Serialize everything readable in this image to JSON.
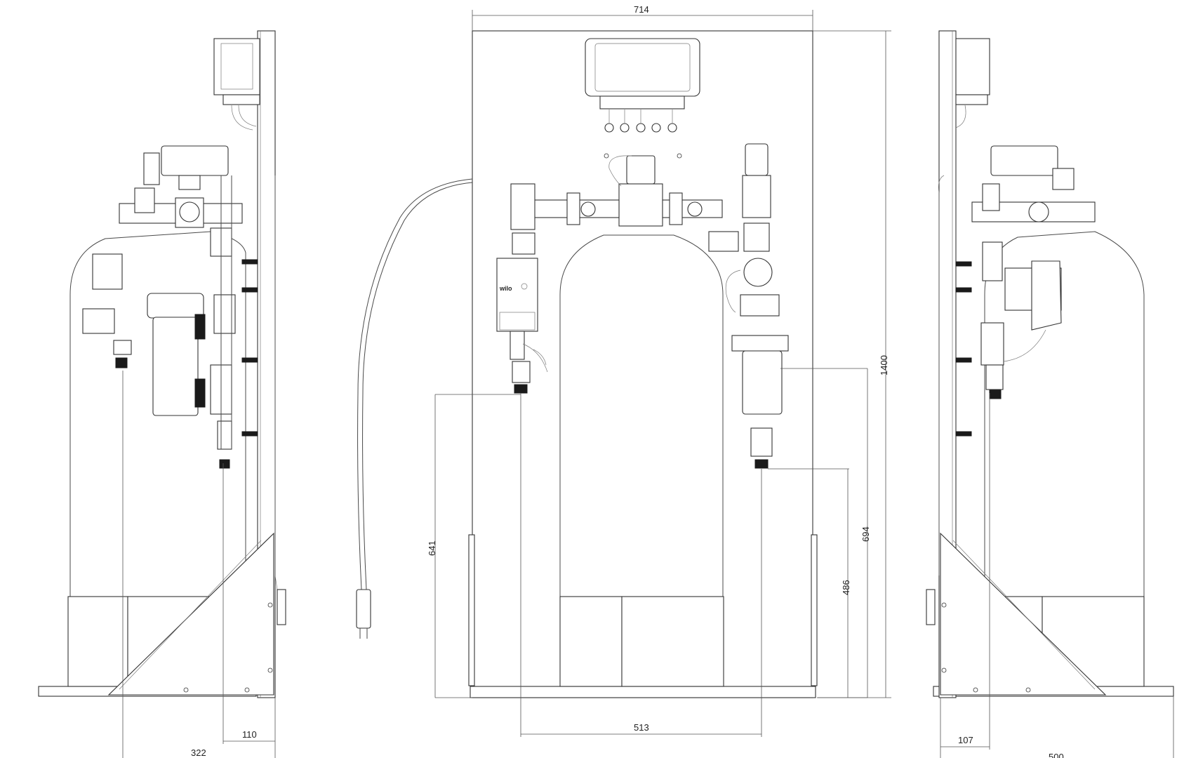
{
  "views": {
    "left": {
      "dimensions": {
        "inner_width": "110",
        "outer_width": "322"
      }
    },
    "front": {
      "dimensions": {
        "width": "714",
        "height": "1400",
        "left_outlet_height": "641",
        "right_outlet_height": "694",
        "right_inlet_height": "486",
        "outlet_spacing": "513"
      },
      "pump_brand": "wilo"
    },
    "right": {
      "dimensions": {
        "inner_width": "107",
        "outer_width": "500"
      }
    }
  }
}
